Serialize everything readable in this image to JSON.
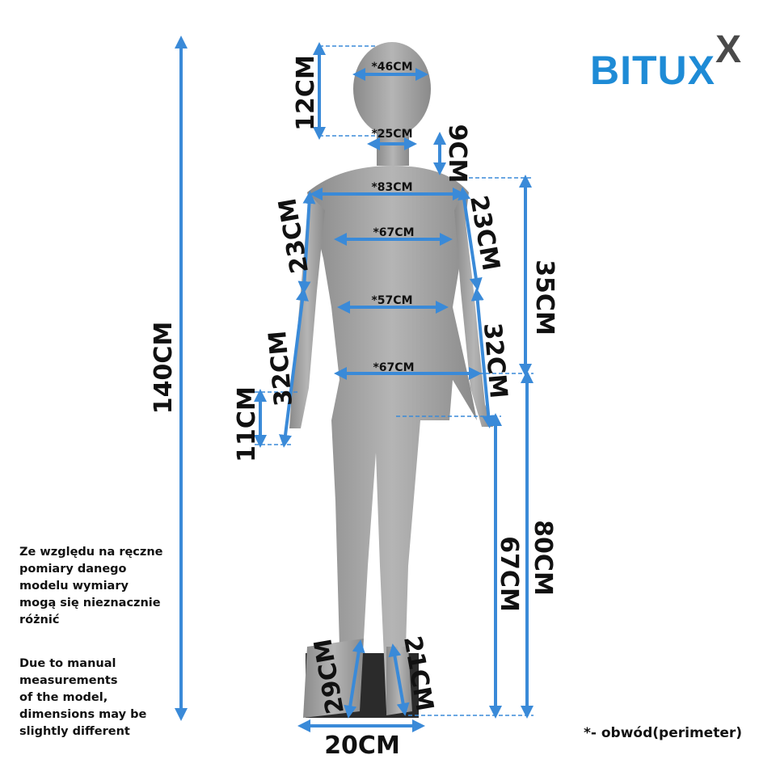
{
  "brand": {
    "logo_text": "BITUX",
    "logo_mark": "X",
    "primary_color": "#1e8bd6",
    "mark_color": "#4a4a4a"
  },
  "arrow_color": "#3a8ad8",
  "measurements": {
    "total_height": "140CM",
    "head_height": "12CM",
    "head_circ": "*46CM",
    "neck_circ": "*25CM",
    "neck_height": "9CM",
    "shoulders": "*83CM",
    "upper_arm_left": "23CM",
    "upper_arm_right": "23CM",
    "chest": "*67CM",
    "torso": "35CM",
    "waist": "*57CM",
    "forearm_left": "32CM",
    "forearm_right": "32CM",
    "hips": "*67CM",
    "hand": "11CM",
    "hip_to_floor": "80CM",
    "inseam": "67CM",
    "foot_left": "29CM",
    "foot_right": "21CM",
    "base": "20CM"
  },
  "note_pl": [
    "Ze względu na ręczne",
    "pomiary danego",
    "modelu wymiary",
    "mogą się nieznacznie",
    "różnić"
  ],
  "note_en": [
    "Due to manual",
    "measurements",
    "of the model,",
    "dimensions may be",
    "slightly different"
  ],
  "legend": "*- obwód(perimeter)"
}
